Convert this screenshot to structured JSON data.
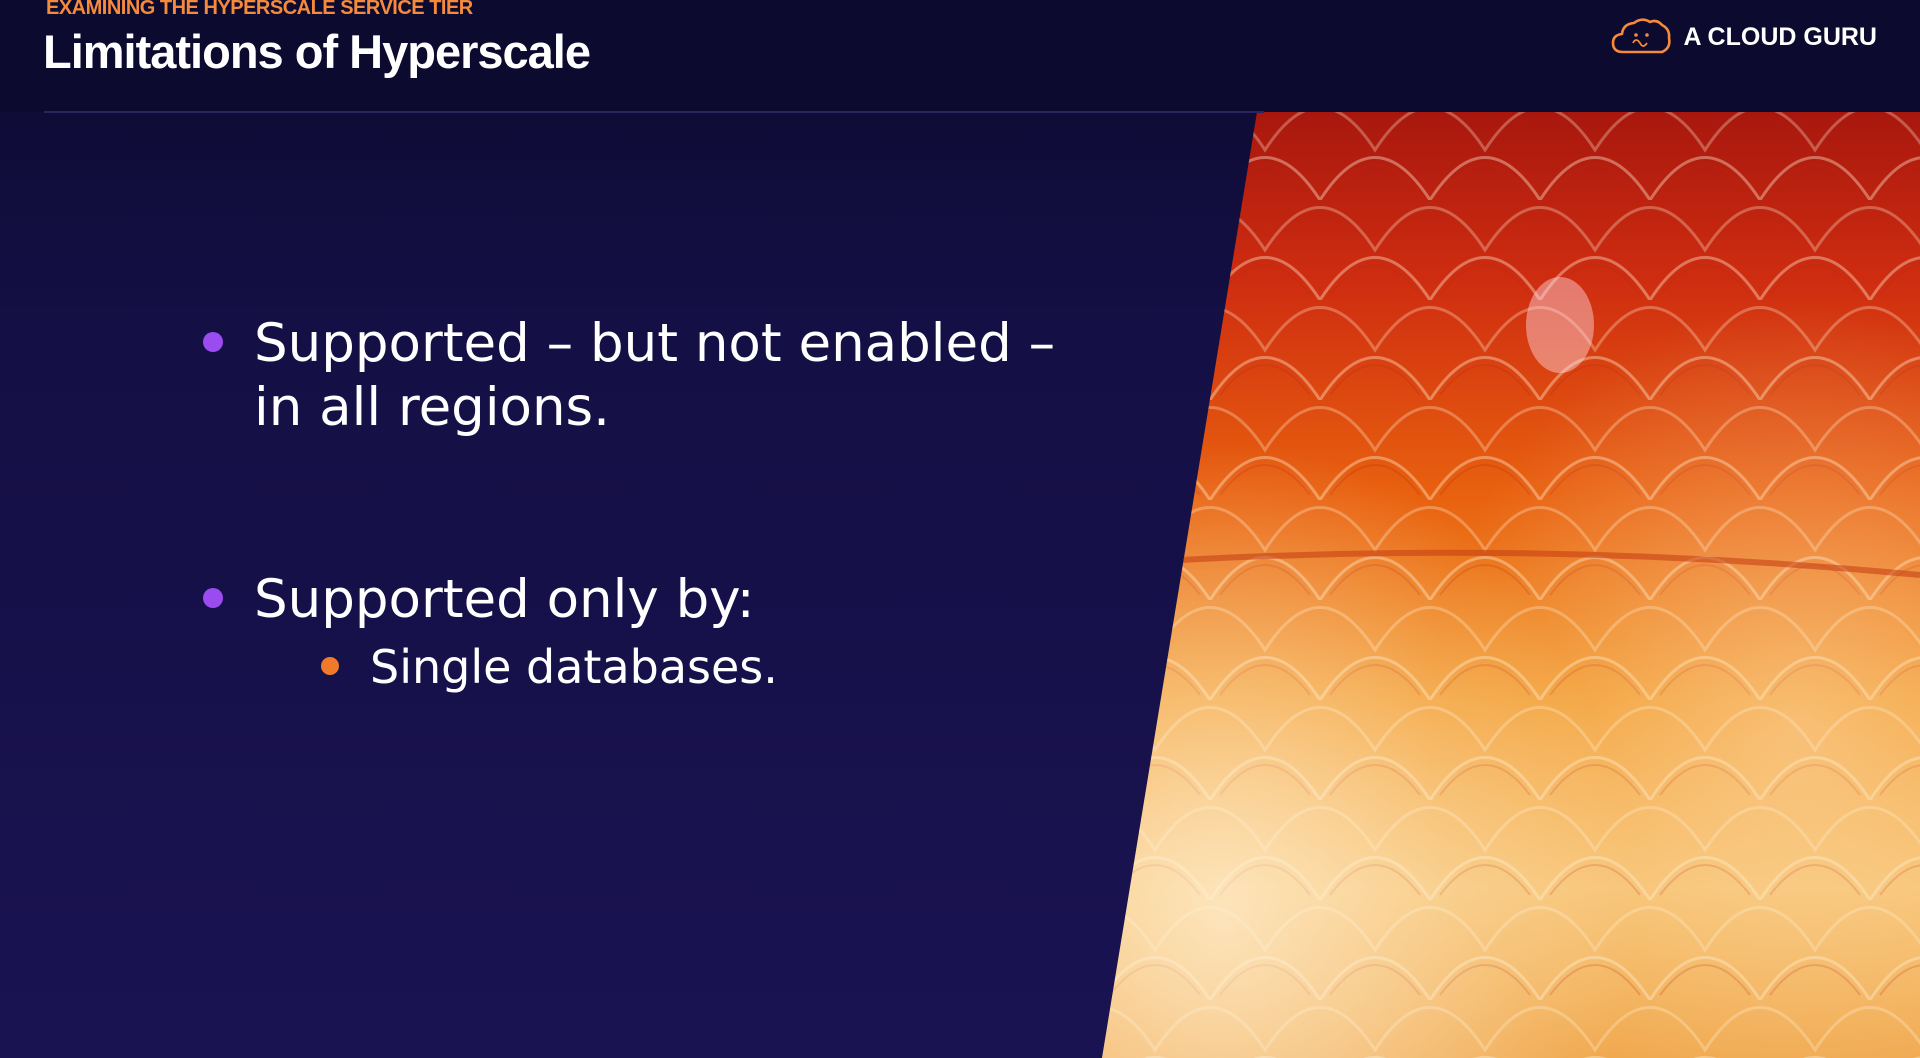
{
  "header": {
    "kicker": "EXAMINING THE HYPERSCALE SERVICE TIER",
    "title": "Limitations of Hyperscale",
    "brand": "A CLOUD GURU"
  },
  "bullets": {
    "first": "Supported – but not enabled – in all regions.",
    "second": "Supported only by:",
    "second_sub": "Single databases."
  },
  "colors": {
    "accent_orange": "#f58a3c",
    "bullet_purple": "#9b4cf0",
    "sub_bullet_orange": "#f07a2a",
    "background": "#150f3d"
  },
  "icons": {
    "brand": "cloud-icon",
    "photo": "fish-scales-image"
  }
}
